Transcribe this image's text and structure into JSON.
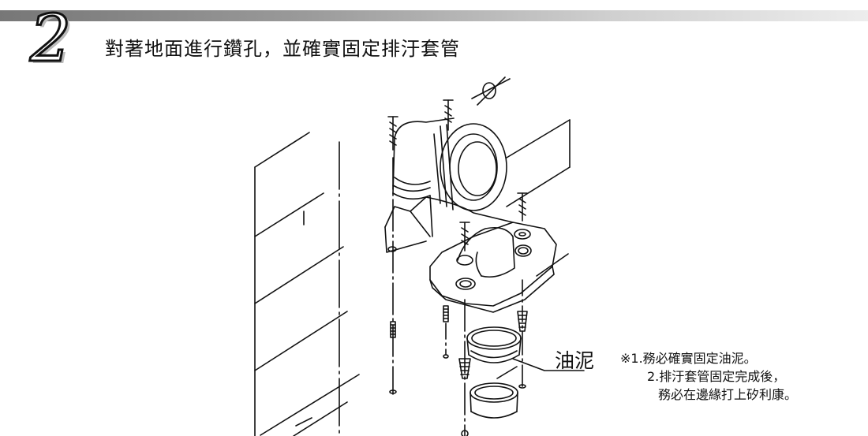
{
  "header": {
    "step_number": "2",
    "title": "對著地面進行鑽孔，並確實固定排汙套管"
  },
  "illustration": {
    "callout_label": "油泥",
    "notes": [
      "※1.務必確實固定油泥。",
      "2.排汙套管固定完成後，",
      "務必在邊緣打上矽利康。"
    ]
  }
}
